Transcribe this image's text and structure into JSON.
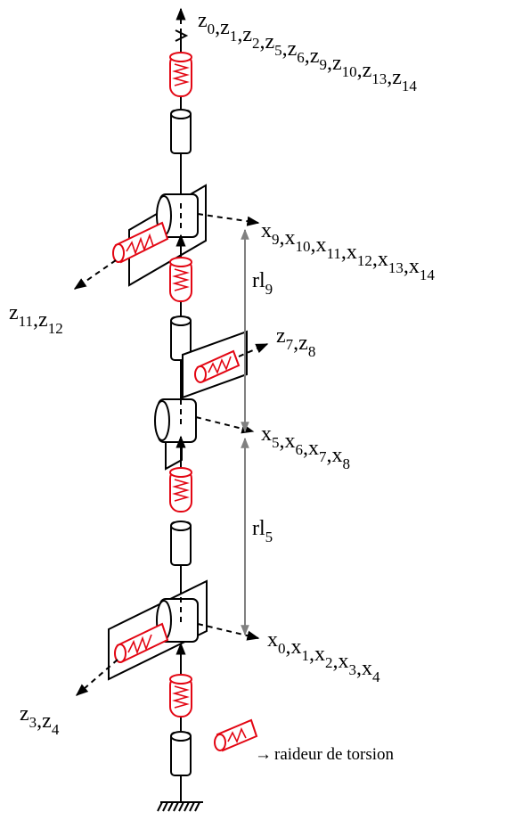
{
  "labels": {
    "z_top": [
      [
        "z",
        "0"
      ],
      [
        ",z",
        "1"
      ],
      [
        ",z",
        "2"
      ],
      [
        ",z",
        "5"
      ],
      [
        ",z",
        "6"
      ],
      [
        ",z",
        "9"
      ],
      [
        ",z",
        "10"
      ],
      [
        ",z",
        "13"
      ],
      [
        ",z",
        "14"
      ]
    ],
    "x_upper": [
      [
        "x",
        "9"
      ],
      [
        ",x",
        "10"
      ],
      [
        ",x",
        "11"
      ],
      [
        ",x",
        "12"
      ],
      [
        ",x",
        "13"
      ],
      [
        ",x",
        "14"
      ]
    ],
    "z_upper_left": [
      [
        "z",
        "11"
      ],
      [
        ",z",
        "12"
      ]
    ],
    "rl_upper": [
      [
        "rl",
        "9"
      ]
    ],
    "z_mid_right": [
      [
        "z",
        "7"
      ],
      [
        ",z",
        "8"
      ]
    ],
    "x_mid": [
      [
        "x",
        "5"
      ],
      [
        ",x",
        "6"
      ],
      [
        ",x",
        "7"
      ],
      [
        ",x",
        "8"
      ]
    ],
    "rl_lower": [
      [
        "rl",
        "5"
      ]
    ],
    "x_lower": [
      [
        "x",
        "0"
      ],
      [
        ",x",
        "1"
      ],
      [
        ",x",
        "2"
      ],
      [
        ",x",
        "3"
      ],
      [
        ",x",
        "4"
      ]
    ],
    "z_lower_left": [
      [
        "z",
        "3"
      ],
      [
        ",z",
        "4"
      ]
    ]
  },
  "legend": {
    "text": "raideur de torsion",
    "arrow": "→"
  },
  "colors": {
    "spring": "#e30613",
    "line": "#000000",
    "dimension": "#808080"
  }
}
